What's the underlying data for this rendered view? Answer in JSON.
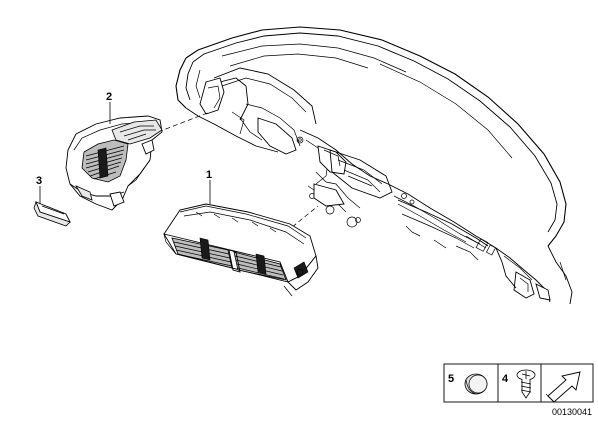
{
  "callouts": {
    "part1": "1",
    "part2": "2",
    "part3": "3",
    "part4": "4",
    "part5": "5"
  },
  "diagram_number": "00130041",
  "icons": {
    "cap": "round-cap-icon",
    "screw": "screw-icon",
    "arrow": "hollow-arrow-icon"
  }
}
